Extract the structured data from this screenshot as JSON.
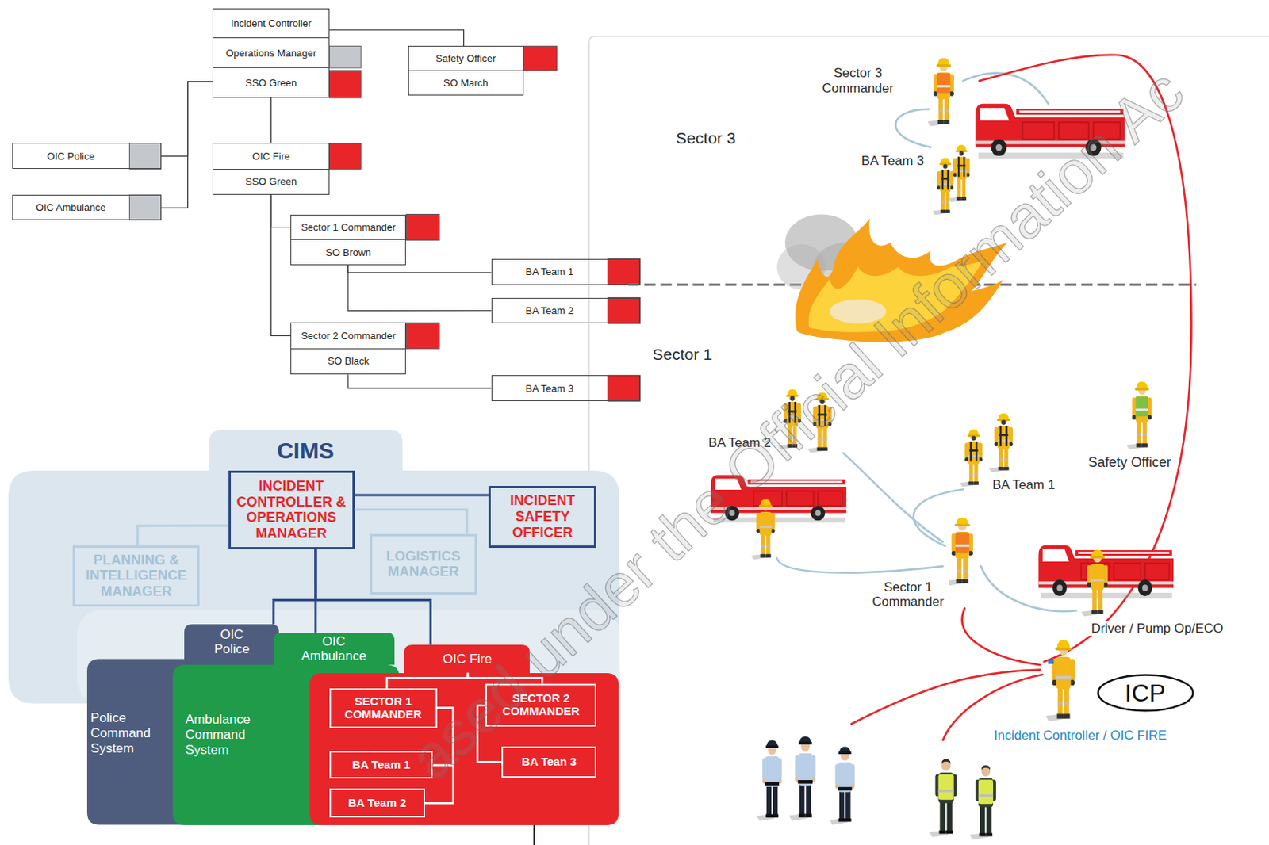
{
  "diagram": {
    "nodes": [
      {
        "text": [
          "Incident Controller",
          "Operations Manager",
          "SSO Green"
        ]
      },
      {
        "text": [
          "Safety Officer",
          "SO March"
        ]
      },
      {
        "text": [
          "OIC Police"
        ]
      },
      {
        "text": [
          "OIC Ambulance"
        ]
      },
      {
        "text": [
          "OIC Fire",
          "SSO Green"
        ]
      },
      {
        "text": [
          "Sector 1 Commander",
          "SO Brown"
        ]
      },
      {
        "text": [
          "BA Team 1"
        ]
      },
      {
        "text": [
          "BA Team 2"
        ]
      },
      {
        "text": [
          "Sector 2 Commander",
          "SO Black"
        ]
      },
      {
        "text": [
          "BA Team 3"
        ]
      },
      {
        "text": [
          "CIMS"
        ]
      },
      {
        "text": [
          "INCIDENT CONTROLLER & OPERATIONS MANAGER"
        ],
        "in": 10
      },
      {
        "text": [
          "INCIDENT SAFETY OFFICER"
        ],
        "in": 10
      },
      {
        "text": [
          "PLANNING & INTELLIGENCE MANAGER"
        ],
        "in": 10
      },
      {
        "text": [
          "LOGISTICS MANAGER"
        ],
        "in": 10
      },
      {
        "text": [
          "OIC Police",
          "Police Command System"
        ]
      },
      {
        "text": [
          "OIC Ambulance",
          "Ambulance Command System"
        ]
      },
      {
        "text": [
          "OIC Fire"
        ]
      },
      {
        "text": [
          "SECTOR 1 COMMANDER"
        ],
        "in": 17
      },
      {
        "text": [
          "SECTOR 2 COMMANDER"
        ],
        "in": 17
      },
      {
        "text": [
          "BA Team 1"
        ],
        "in": 17
      },
      {
        "text": [
          "BA Team 2"
        ],
        "in": 17
      },
      {
        "text": [
          "BA Tean 3"
        ],
        "in": 17
      },
      {
        "text": [
          "ICP"
        ]
      }
    ],
    "edges": [
      {
        "from": 0,
        "to": 1,
        "arrow": "none"
      },
      {
        "from": 0,
        "to": 2,
        "arrow": "none"
      },
      {
        "from": 0,
        "to": 3,
        "arrow": "none"
      },
      {
        "from": 0,
        "to": 4,
        "arrow": "none"
      },
      {
        "from": 4,
        "to": 5,
        "arrow": "none"
      },
      {
        "from": 4,
        "to": 8,
        "arrow": "none"
      },
      {
        "from": 5,
        "to": 6,
        "arrow": "none"
      },
      {
        "from": 5,
        "to": 7,
        "arrow": "none"
      },
      {
        "from": 8,
        "to": 9,
        "arrow": "none"
      },
      {
        "from": 11,
        "to": 12,
        "arrow": "none"
      },
      {
        "from": 11,
        "to": 13,
        "arrow": "none"
      },
      {
        "from": 11,
        "to": 14,
        "arrow": "none"
      },
      {
        "from": 11,
        "to": 15,
        "arrow": "none"
      },
      {
        "from": 11,
        "to": 16,
        "arrow": "none"
      },
      {
        "from": 11,
        "to": 17,
        "arrow": "none"
      },
      {
        "from": 17,
        "to": 18,
        "arrow": "none"
      },
      {
        "from": 17,
        "to": 19,
        "arrow": "none"
      },
      {
        "from": 18,
        "to": 20,
        "arrow": "none"
      },
      {
        "from": 18,
        "to": 21,
        "arrow": "none"
      },
      {
        "from": 19,
        "to": 22,
        "arrow": "none"
      }
    ],
    "labels": [
      "Sector 3",
      "Sector 3 Commander",
      "BA Team 3",
      "Sector 1",
      "BA Team 2",
      "BA Team 1",
      "Safety Officer",
      "Sector 1 Commander",
      "Driver / Pump Op/ECO",
      "Incident Controller / OIC FIRE",
      "ased under the Official Information Ac"
    ]
  }
}
